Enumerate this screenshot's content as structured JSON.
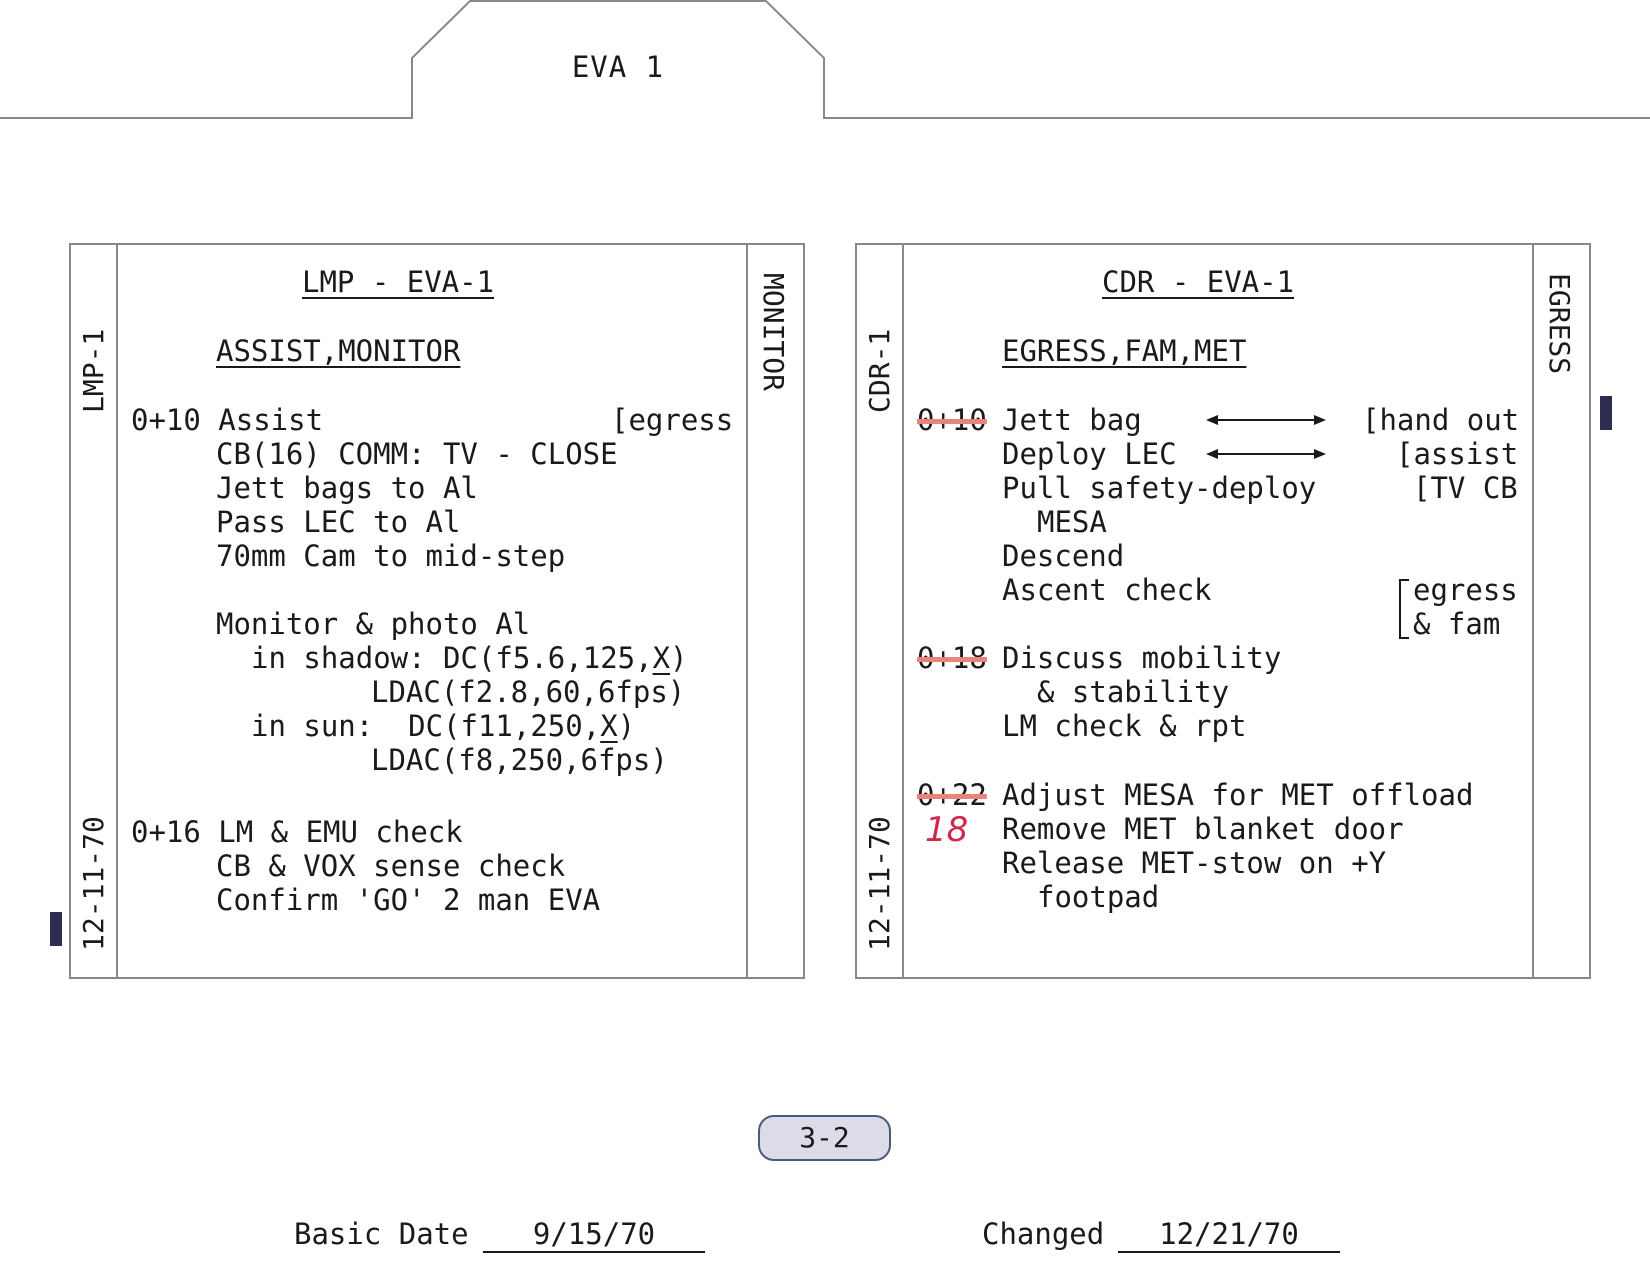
{
  "header": {
    "title": "EVA 1"
  },
  "lmp": {
    "side_left": "LMP-1",
    "side_left_date": "12-11-70",
    "side_right": "MONITOR",
    "title": "LMP - EVA-1",
    "subtitle": "ASSIST,MONITOR",
    "lines": [
      "0+10 Assist",
      "CB(16) COMM: TV - CLOSE",
      "Jett bags to Al",
      "Pass LEC to Al",
      "70mm Cam to mid-step",
      "Monitor & photo Al",
      "in shadow: DC(f5.6,125,",
      ")",
      "LDAC(f2.8,60,6fps)",
      "in sun:  DC(f11,250,",
      ")",
      "LDAC(f8,250,6fps)",
      "0+16 LM & EMU check",
      "CB & VOX sense check",
      "Confirm 'GO' 2 man EVA"
    ],
    "x_mark": "X",
    "note_egress": "[egress"
  },
  "cdr": {
    "side_left": "CDR-1",
    "side_left_date": "12-11-70",
    "side_right": "EGRESS",
    "title": "CDR - EVA-1",
    "subtitle": "EGRESS,FAM,MET",
    "time_1": "0+10",
    "time_2": "0+18",
    "time_3": "0+22",
    "handwritten": "18",
    "lines": [
      "Jett bag",
      "Deploy LEC",
      "Pull safety-deploy",
      "MESA",
      "Descend",
      "Ascent check",
      "Discuss mobility",
      "& stability",
      "LM check & rpt",
      "Adjust MESA for MET offload",
      "Remove MET blanket door",
      "Release MET-stow on +Y",
      "footpad"
    ],
    "notes": [
      "[hand out",
      "[assist",
      "[TV CB",
      "egress",
      "& fam"
    ]
  },
  "page_number": "3-2",
  "footer": {
    "basic_label": "Basic Date",
    "basic_value": "9/15/70",
    "changed_label": "Changed",
    "changed_value": "12/21/70"
  },
  "colors": {
    "strike": "#e8837e",
    "handwritten": "#d0284c",
    "badge_fill": "#dcdce8",
    "change_bar": "#2e2d4f"
  }
}
